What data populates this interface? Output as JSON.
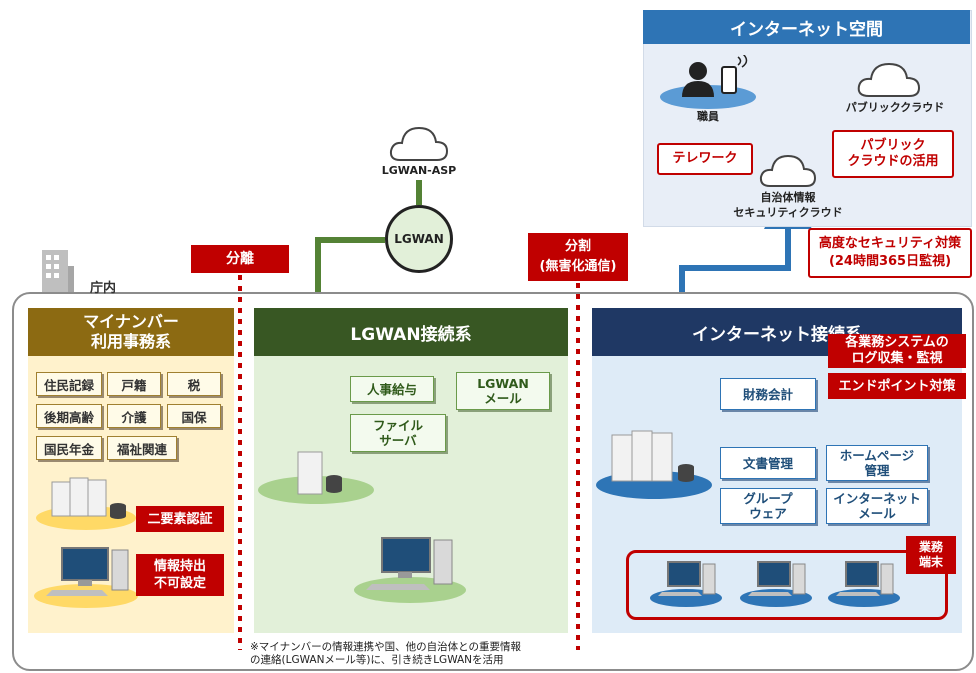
{
  "internet_space": {
    "title": "インターネット空間",
    "staff_label": "職員",
    "public_cloud_label": "パブリッククラウド",
    "telework": "テレワーク",
    "public_cloud_use": [
      "パブリック",
      "クラウドの活用"
    ],
    "security_cloud": [
      "自治体情報",
      "セキュリティクラウド"
    ]
  },
  "advanced_security": [
    "高度なセキュリティ対策",
    "(24時間365日監視)"
  ],
  "lgwan_asp": "LGWAN-ASP",
  "lgwan_node": "LGWAN",
  "separation": "分離",
  "division": [
    "分割",
    "(無害化通信)"
  ],
  "office": "庁内",
  "mynumber": {
    "title": [
      "マイナンバー",
      "利用事務系"
    ],
    "tags": [
      "住民記録",
      "戸籍",
      "税",
      "後期高齢",
      "介護",
      "国保",
      "国民年金",
      "福祉関連"
    ],
    "two_factor": "二要素認証",
    "no_export": [
      "情報持出",
      "不可設定"
    ]
  },
  "lgwan_system": {
    "title": "LGWAN接続系",
    "tags": [
      [
        "人事給与"
      ],
      [
        "LGWAN",
        "メール"
      ],
      [
        "ファイル",
        "サーバ"
      ]
    ]
  },
  "internet_system": {
    "title": "インターネット接続系",
    "log_collect": [
      "各業務システムの",
      "ログ収集・監視"
    ],
    "endpoint": "エンドポイント対策",
    "tags": [
      [
        "財務会計"
      ],
      [
        "文書管理"
      ],
      [
        "ホームページ",
        "管理"
      ],
      [
        "グループ",
        "ウェア"
      ],
      [
        "インターネット",
        "メール"
      ]
    ],
    "terminal": [
      "業務",
      "端末"
    ]
  },
  "footnote": [
    "※マイナンバーの情報連携や国、他の自治体との重要情報",
    "の連絡(LGWANメール等)に、引き続きLGWANを活用"
  ],
  "colors": {
    "red": "#c00000",
    "blue_arrow": "#2e74b5",
    "green_line": "#548235"
  }
}
